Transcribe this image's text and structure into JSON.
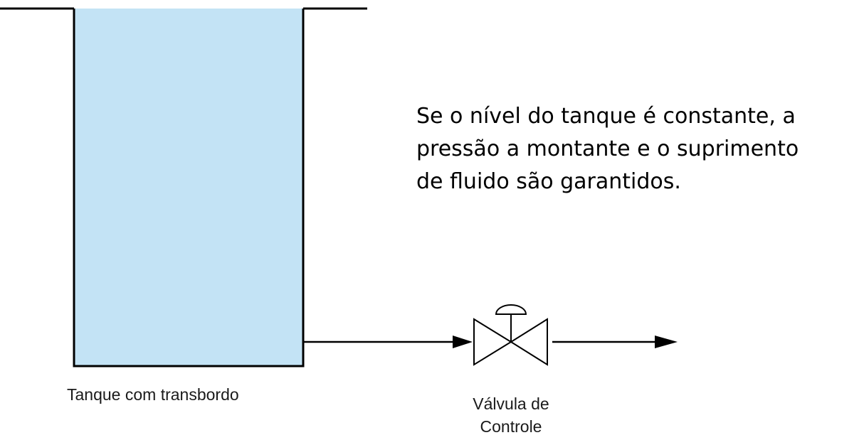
{
  "tank": {
    "label": "Tanque com transbordo",
    "fill_color": "#c3e3f5",
    "stroke_color": "#000000"
  },
  "valve": {
    "label_line1": "Válvula de",
    "label_line2": "Controle"
  },
  "note": {
    "line1": "Se o nível do tanque é constante, a",
    "line2": "pressão a montante e o suprimento",
    "line3": "de fluido são garantidos."
  }
}
